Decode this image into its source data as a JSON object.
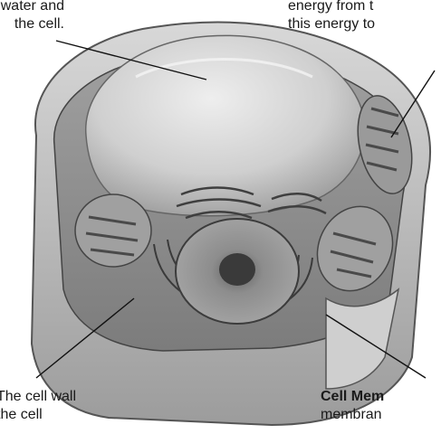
{
  "callouts": {
    "vacuole": {
      "lines": [
        "water and",
        "the cell."
      ]
    },
    "mitochondria": {
      "lines": [
        "energy from t",
        "this energy to"
      ]
    },
    "cell_wall": {
      "lines": [
        "The cell wall",
        "the cell"
      ]
    },
    "cell_membrane": {
      "title": "Cell Mem",
      "line2": "membran"
    }
  },
  "colors": {
    "cell_wall": "#b8b8b8",
    "cytoplasm": "#8f8f8f",
    "vacuole": "#d4d4d4",
    "organelle_dark": "#5a5a5a",
    "nucleus": "#7a7a7a"
  }
}
